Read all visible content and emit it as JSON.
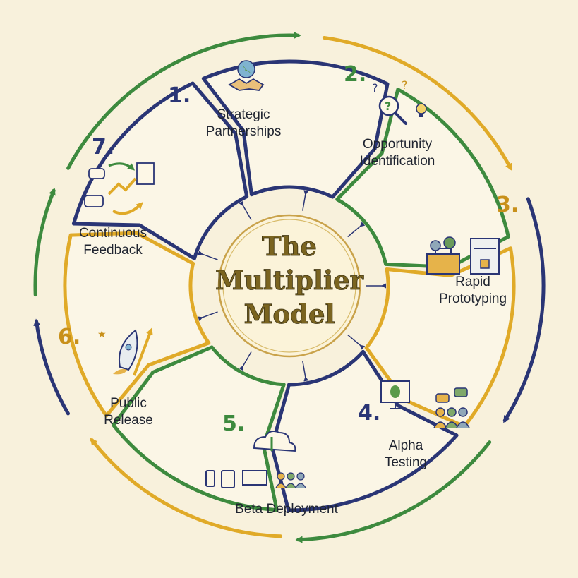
{
  "title_lines": [
    "The",
    "Multiplier",
    "Model"
  ],
  "colors": {
    "navy": "#2a3575",
    "green": "#3d8a3e",
    "gold": "#e0aa28",
    "paper": "#f8f1dc",
    "ink": "#1f2430"
  },
  "steps": [
    {
      "num": "1.",
      "lines": [
        "Strategic",
        "Partnerships"
      ],
      "icon": "handshake-globe-icon",
      "border": "navy"
    },
    {
      "num": "2.",
      "lines": [
        "Opportunity",
        "Identification"
      ],
      "icon": "magnifier-questions-icon",
      "border": "green"
    },
    {
      "num": "3.",
      "lines": [
        "Rapid",
        "Prototyping"
      ],
      "icon": "3d-printer-toolbox-icon",
      "border": "gold"
    },
    {
      "num": "4.",
      "lines": [
        "Alpha",
        "Testing"
      ],
      "icon": "bug-monitor-users-icon",
      "border": "navy"
    },
    {
      "num": "5.",
      "lines": [
        "Beta Deployment"
      ],
      "icon": "cloud-devices-icon",
      "border": "green"
    },
    {
      "num": "6.",
      "lines": [
        "Public",
        "Release"
      ],
      "icon": "rocket-launch-icon",
      "border": "gold"
    },
    {
      "num": "7.",
      "lines": [
        "Continuous",
        "Feedback"
      ],
      "icon": "feedback-loop-icon",
      "border": "navy"
    }
  ]
}
